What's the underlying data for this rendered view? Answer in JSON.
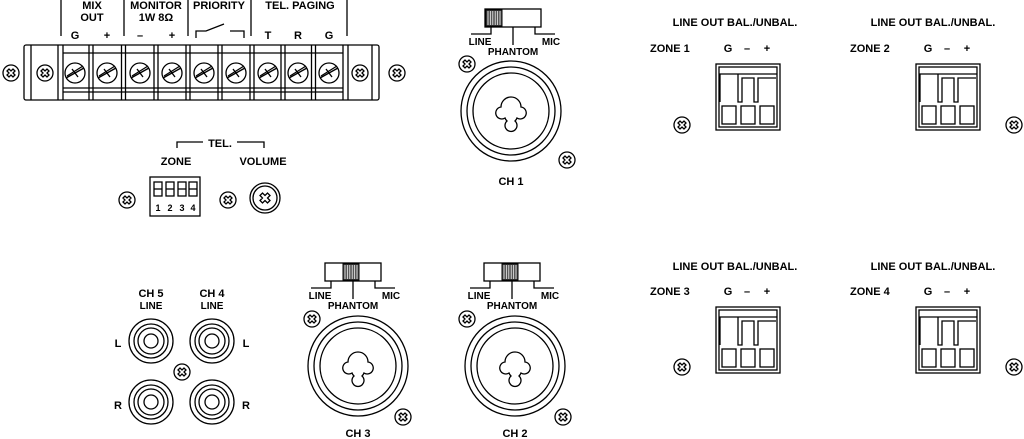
{
  "terminal_block": {
    "groups": [
      {
        "title_lines": [
          "MIX",
          "OUT"
        ],
        "pins": [
          "G",
          "+"
        ]
      },
      {
        "title_lines": [
          "MONITOR",
          "1W 8Ω"
        ],
        "pins": [
          "–",
          "+"
        ]
      },
      {
        "title_lines": [
          "PRIORITY"
        ],
        "pins": [
          "",
          ""
        ],
        "symbol": "switch-contact"
      },
      {
        "title_lines": [
          "TEL. PAGING"
        ],
        "pins": [
          "T",
          "R",
          "G"
        ]
      }
    ]
  },
  "tel": {
    "title": "TEL.",
    "zone_label": "ZONE",
    "volume_label": "VOLUME",
    "dip_numbers": [
      "1",
      "2",
      "3",
      "4"
    ]
  },
  "xlr_inputs": [
    {
      "channel": "CH 1",
      "switch_left": "LINE",
      "switch_center": "PHANTOM",
      "switch_right": "MIC",
      "switch_position": "LINE"
    },
    {
      "channel": "CH 3",
      "switch_left": "LINE",
      "switch_center": "PHANTOM",
      "switch_right": "MIC",
      "switch_position": "PHANTOM"
    },
    {
      "channel": "CH 2",
      "switch_left": "LINE",
      "switch_center": "PHANTOM",
      "switch_right": "MIC",
      "switch_position": "PHANTOM"
    }
  ],
  "rca_inputs": {
    "columns": [
      {
        "channel": "CH 5",
        "type": "LINE"
      },
      {
        "channel": "CH 4",
        "type": "LINE"
      }
    ],
    "left_label": "L",
    "right_label": "R"
  },
  "line_outs": [
    {
      "title": "LINE OUT BAL./UNBAL.",
      "zone": "ZONE 1",
      "pins": [
        "G",
        "–",
        "+"
      ]
    },
    {
      "title": "LINE OUT BAL./UNBAL.",
      "zone": "ZONE 2",
      "pins": [
        "G",
        "–",
        "+"
      ]
    },
    {
      "title": "LINE OUT BAL./UNBAL.",
      "zone": "ZONE 3",
      "pins": [
        "G",
        "–",
        "+"
      ]
    },
    {
      "title": "LINE OUT BAL./UNBAL.",
      "zone": "ZONE 4",
      "pins": [
        "G",
        "–",
        "+"
      ]
    }
  ]
}
